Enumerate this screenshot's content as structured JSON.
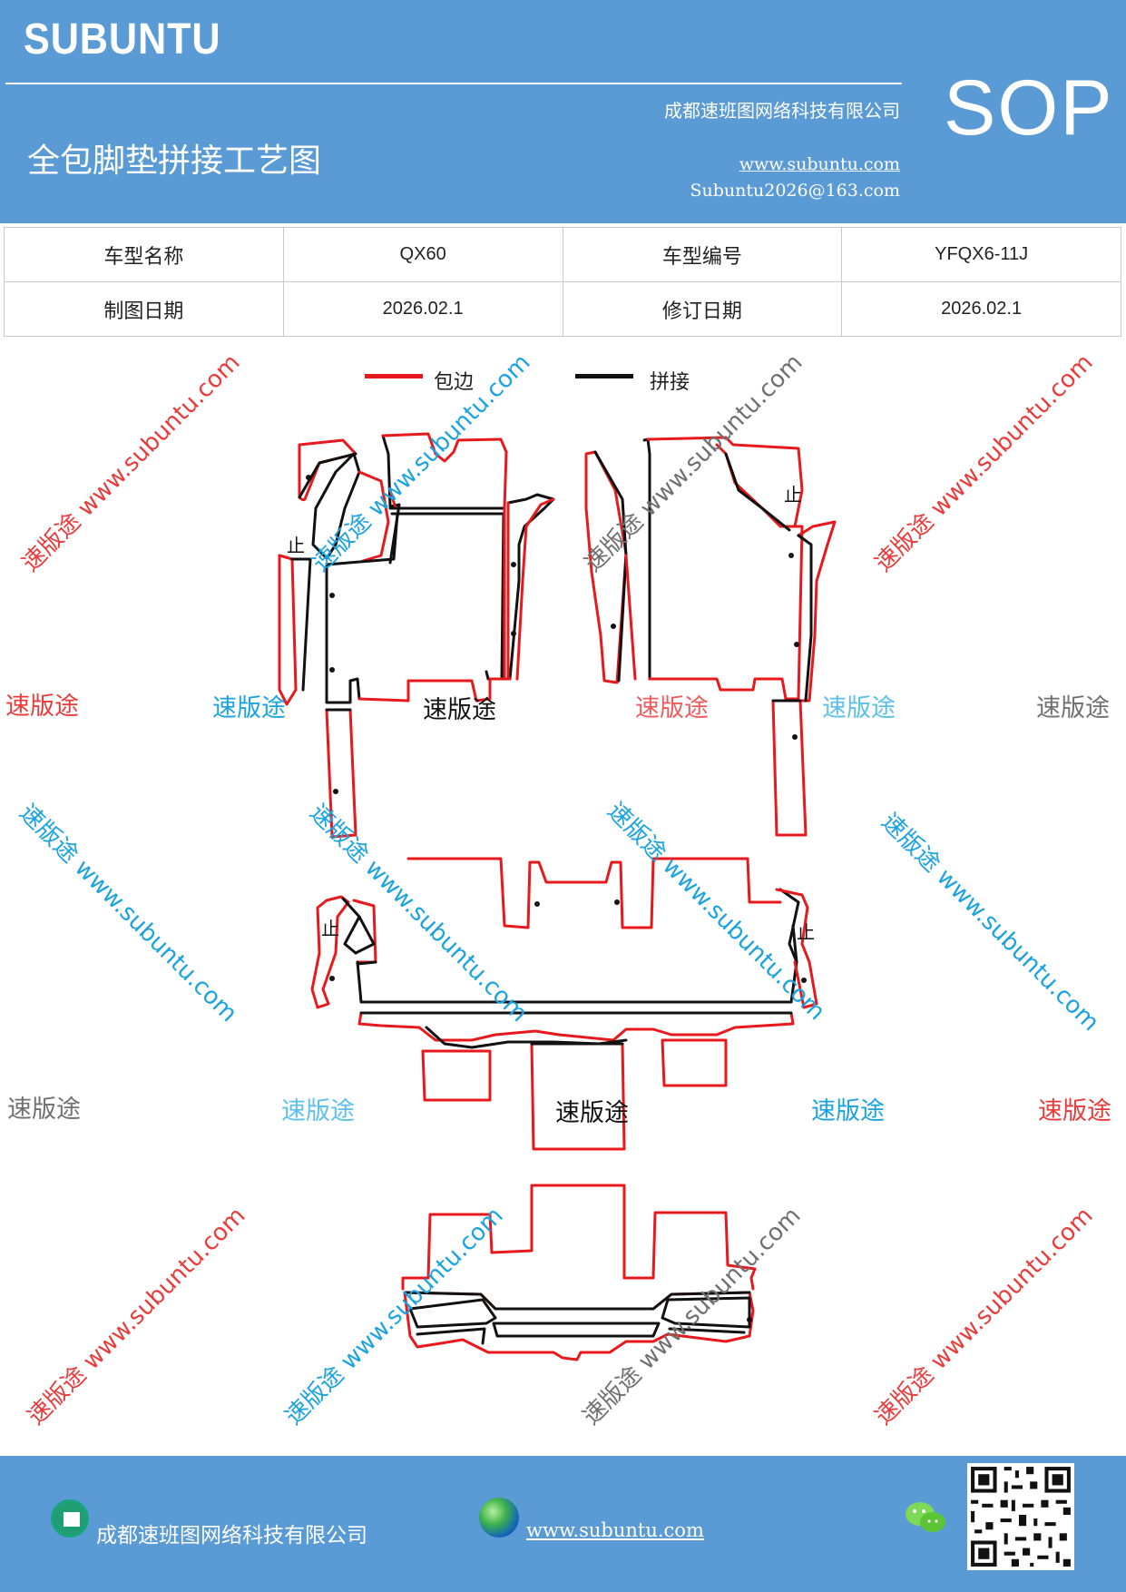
{
  "header": {
    "brand": "SUBUNTU",
    "company": "成都速班图网络科技有限公司",
    "title": "全包脚垫拼接工艺图",
    "website": "www.subuntu.com",
    "email": "Subuntu2026@163.com",
    "badge": "SOP"
  },
  "info_table": {
    "rows": [
      [
        "车型名称",
        "QX60",
        "车型编号",
        "YFQX6-11J"
      ],
      [
        "制图日期",
        "2026.02.1",
        "修订日期",
        "2026.02.1"
      ]
    ]
  },
  "legend": {
    "items": [
      {
        "label": "包边",
        "color": "#e8191c"
      },
      {
        "label": "拼接",
        "color": "#111111"
      }
    ]
  },
  "drawing": {
    "stop_mark": "止",
    "watermark_brand": "速版途",
    "watermark_long": "速版途 www.subuntu.com",
    "watermark_url": "www.subuntu.com",
    "edge_color": "#e8191c",
    "seam_color": "#111111"
  },
  "footer": {
    "company": "成都速班图网络科技有限公司",
    "website": "www.subuntu.com",
    "icons": [
      "home-icon",
      "globe-icon",
      "wechat-icon",
      "qr-code"
    ]
  }
}
